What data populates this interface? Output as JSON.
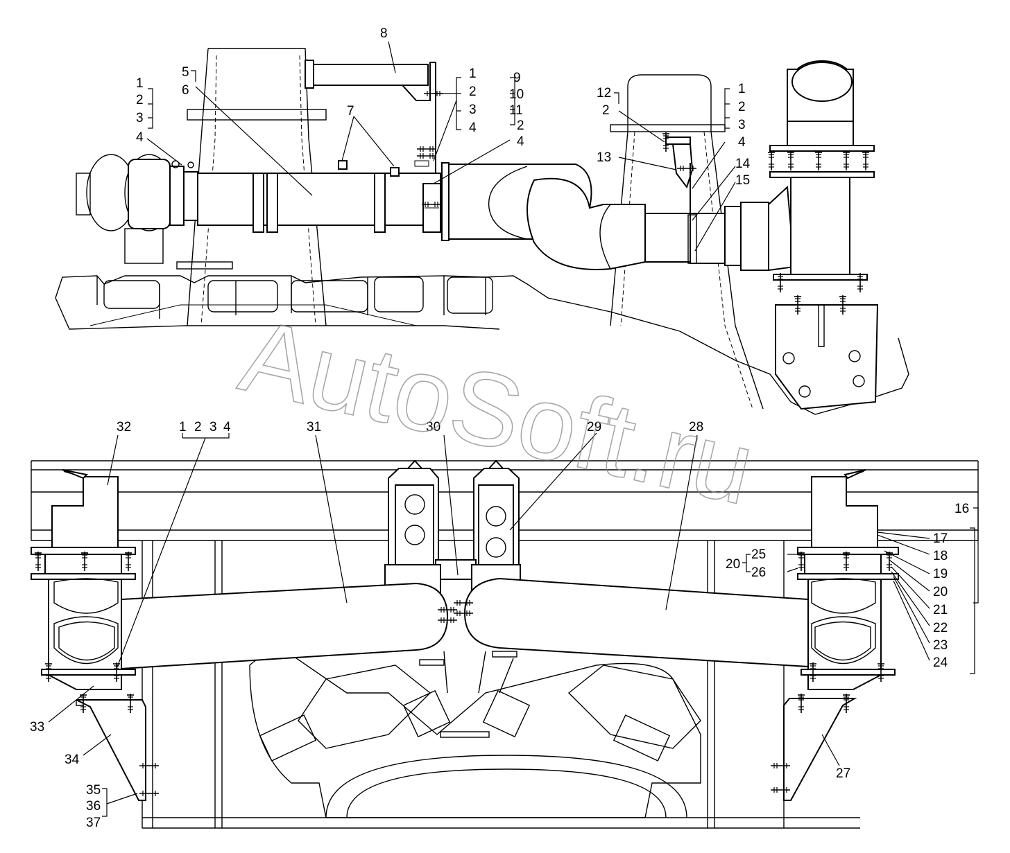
{
  "watermark": "AutoSoft.ru",
  "callouts": [
    {
      "id": "c1a",
      "text": "1"
    },
    {
      "id": "c2a",
      "text": "2"
    },
    {
      "id": "c3a",
      "text": "3"
    },
    {
      "id": "c4a",
      "text": "4"
    },
    {
      "id": "c5",
      "text": "5"
    },
    {
      "id": "c6",
      "text": "6"
    },
    {
      "id": "c7",
      "text": "7"
    },
    {
      "id": "c8",
      "text": "8"
    },
    {
      "id": "c1b",
      "text": "1"
    },
    {
      "id": "c2b",
      "text": "2"
    },
    {
      "id": "c3b",
      "text": "3"
    },
    {
      "id": "c4b",
      "text": "4"
    },
    {
      "id": "c9",
      "text": "9"
    },
    {
      "id": "c10",
      "text": "10"
    },
    {
      "id": "c11",
      "text": "11"
    },
    {
      "id": "c2c",
      "text": "2"
    },
    {
      "id": "c4c",
      "text": "4"
    },
    {
      "id": "c12",
      "text": "12"
    },
    {
      "id": "c2d",
      "text": "2"
    },
    {
      "id": "c13",
      "text": "13"
    },
    {
      "id": "c1e",
      "text": "1"
    },
    {
      "id": "c2e",
      "text": "2"
    },
    {
      "id": "c3e",
      "text": "3"
    },
    {
      "id": "c4e",
      "text": "4"
    },
    {
      "id": "c14",
      "text": "14"
    },
    {
      "id": "c15",
      "text": "15"
    },
    {
      "id": "c32",
      "text": "32"
    },
    {
      "id": "c1f",
      "text": "1"
    },
    {
      "id": "c2f",
      "text": "2"
    },
    {
      "id": "c3f",
      "text": "3"
    },
    {
      "id": "c4f",
      "text": "4"
    },
    {
      "id": "c31",
      "text": "31"
    },
    {
      "id": "c30",
      "text": "30"
    },
    {
      "id": "c29",
      "text": "29"
    },
    {
      "id": "c28",
      "text": "28"
    },
    {
      "id": "c16",
      "text": "16"
    },
    {
      "id": "c17",
      "text": "17"
    },
    {
      "id": "c18",
      "text": "18"
    },
    {
      "id": "c19",
      "text": "19"
    },
    {
      "id": "c20r",
      "text": "20"
    },
    {
      "id": "c21",
      "text": "21"
    },
    {
      "id": "c22",
      "text": "22"
    },
    {
      "id": "c23",
      "text": "23"
    },
    {
      "id": "c24",
      "text": "24"
    },
    {
      "id": "c20l",
      "text": "20"
    },
    {
      "id": "c25",
      "text": "25"
    },
    {
      "id": "c26",
      "text": "26"
    },
    {
      "id": "c33",
      "text": "33"
    },
    {
      "id": "c34",
      "text": "34"
    },
    {
      "id": "c27",
      "text": "27"
    },
    {
      "id": "c35",
      "text": "35"
    },
    {
      "id": "c36",
      "text": "36"
    },
    {
      "id": "c37",
      "text": "37"
    }
  ]
}
